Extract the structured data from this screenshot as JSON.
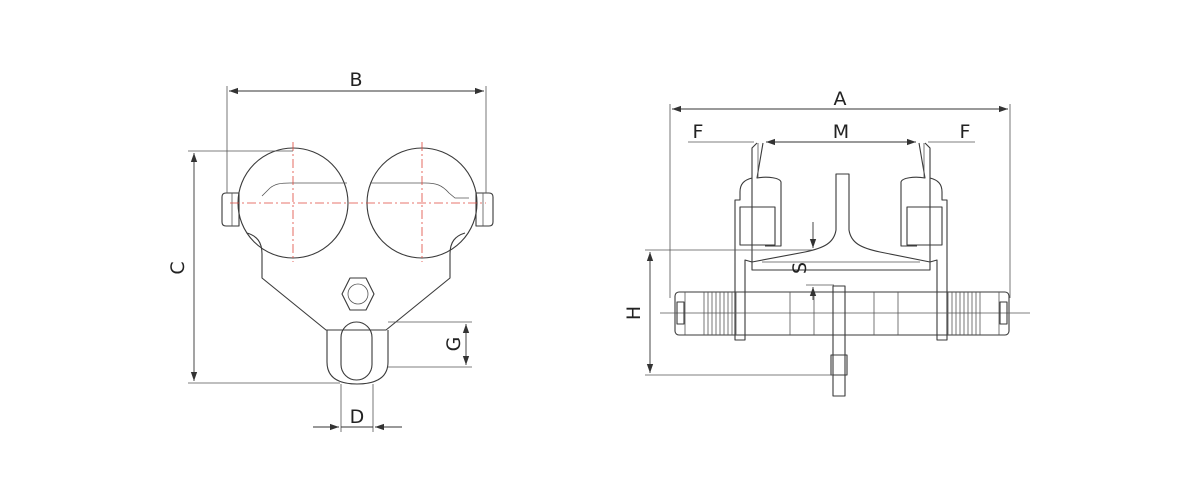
{
  "labels": {
    "B": "B",
    "C": "C",
    "G": "G",
    "D": "D",
    "A": "A",
    "F_left": "F",
    "M": "M",
    "F_right": "F",
    "S": "S",
    "H": "H"
  },
  "colors": {
    "outline": "#3a3a3a",
    "dimension": "#333333",
    "centerline": "#e0473c"
  }
}
